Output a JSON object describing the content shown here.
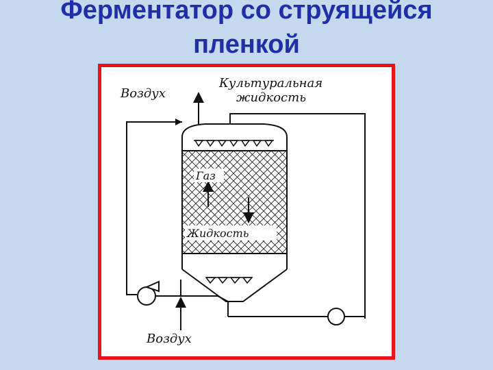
{
  "title": {
    "line1": "Ферментатор со струящейся",
    "line2": "пленкой"
  },
  "diagram": {
    "labels": {
      "air_out": "Воздух",
      "culture_liquid_line1": "Культуральная",
      "culture_liquid_line2": "жидкость",
      "gas": "Газ",
      "liquid": "Жидкость",
      "air_in": "Воздух"
    }
  },
  "colors": {
    "title": "#1f2fa8",
    "background": "#c4d8ee",
    "frame_border": "#e8141a"
  }
}
